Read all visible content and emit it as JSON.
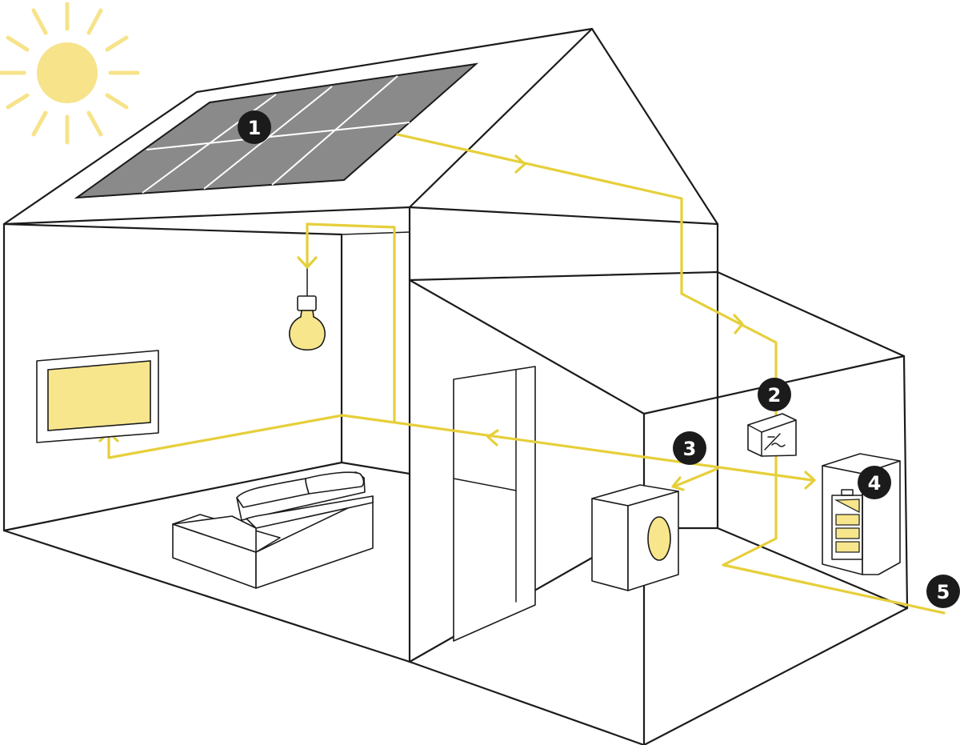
{
  "colors": {
    "energy": "#e6cf3a",
    "sun": "#f6e38a",
    "appliance_fill": "#f7e68c",
    "panel": "#8a8a8a",
    "outline": "#1b1b1b",
    "badge": "#1b1b1b"
  },
  "markers": [
    {
      "id": "solar-panels",
      "label": "1"
    },
    {
      "id": "inverter",
      "label": "2"
    },
    {
      "id": "heat-pump",
      "label": "3"
    },
    {
      "id": "home-battery",
      "label": "4"
    },
    {
      "id": "power-grid",
      "label": "5"
    }
  ],
  "icons": [
    "sun-icon",
    "solar-panel-icon",
    "inverter-icon",
    "battery-icon",
    "light-bulb-icon",
    "tv-icon",
    "sofa-icon",
    "heat-pump-icon"
  ]
}
